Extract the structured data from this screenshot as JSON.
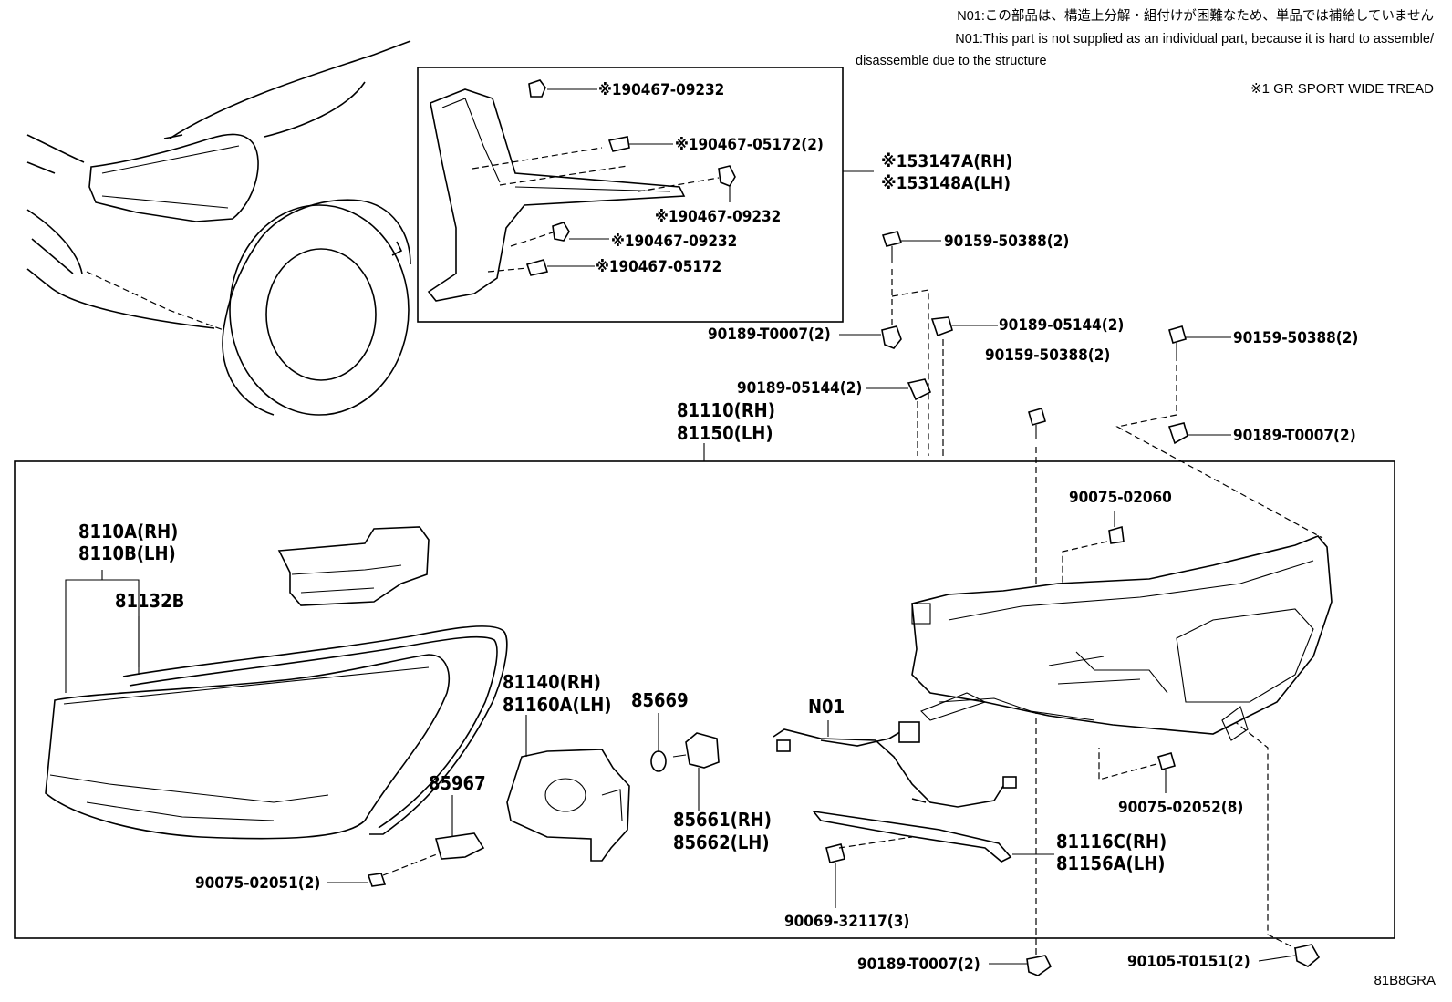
{
  "notes": {
    "n01_jp": "N01:この部品は、構造上分解・組付けが困難なため、単品では補給していません",
    "n01_en_1": "N01:This part is not supplied as an individual part, because it is hard to assemble/",
    "n01_en_2": "disassemble due to the structure",
    "option_1": "※1 GR SPORT WIDE TREAD"
  },
  "diagram_id": "81B8GRA",
  "labels": {
    "clip_190467_09232_a": "※190467-09232",
    "clip_190467_05172_2": "※190467-05172(2)",
    "clip_190467_09232_b": "※190467-09232",
    "clip_190467_09232_c": "※190467-09232",
    "clip_190467_05172": "※190467-05172",
    "garnish_rh": "※153147A(RH)",
    "garnish_lh": "※153148A(LH)",
    "bolt_90159_50388_a": "90159-50388(2)",
    "clip_90189_T0007_a": "90189-T0007(2)",
    "clip_90189_05144_a": "90189-05144(2)",
    "bolt_90159_50388_b": "90159-50388(2)",
    "bolt_90159_50388_c": "90159-50388(2)",
    "clip_90189_05144_b": "90189-05144(2)",
    "clip_90189_T0007_b": "90189-T0007(2)",
    "headlamp_rh": "81110(RH)",
    "headlamp_lh": "81150(LH)",
    "screw_90075_02060": "90075-02060",
    "lens_rh": "8110A(RH)",
    "lens_lh": "8110B(LH)",
    "gasket": "81132B",
    "cover_rh": "81140(RH)",
    "cover_lh": "81160A(LH)",
    "oring": "85669",
    "n01": "N01",
    "motor": "85967",
    "actuator_rh": "85661(RH)",
    "actuator_lh": "85662(LH)",
    "screw_90075_02052": "90075-02052(8)",
    "extension_rh": "81116C(RH)",
    "extension_lh": "81156A(LH)",
    "screw_90075_02051": "90075-02051(2)",
    "screw_90069_32117": "90069-32117(3)",
    "clip_90189_T0007_c": "90189-T0007(2)",
    "bolt_90105_T0151": "90105-T0151(2)"
  }
}
